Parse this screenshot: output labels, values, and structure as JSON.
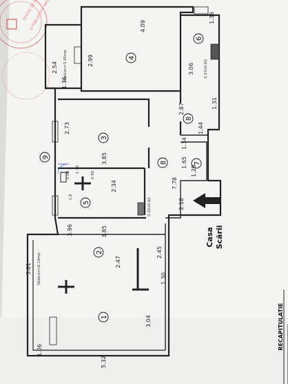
{
  "rooms": [
    {
      "number": "1"
    },
    {
      "number": "2"
    },
    {
      "number": "3"
    },
    {
      "number": "4"
    },
    {
      "number": "5"
    },
    {
      "number": "6"
    },
    {
      "number": "7"
    },
    {
      "number": "8"
    },
    {
      "number": "8"
    },
    {
      "number": "9"
    }
  ],
  "dimensions": {
    "d_5_32": "5.32",
    "d_3_04": "3.04",
    "d_5_81": "5.81",
    "d_balcony1": "Sbalcon=6.19mp",
    "d_1_30": "1.30",
    "d_2_47": "2.47",
    "d_2_45": "2.45",
    "d_3_96": "3.96",
    "d_3_85_a": "3.85",
    "d_2_34": "2.34",
    "d_1_8": "1.8",
    "d_3_85_b": "3.85",
    "d_1_30_b": "1.30",
    "d_0_90": "0.90",
    "d_0_90_b": "0.90",
    "d_2_73": "2.73",
    "d_1_34": "1.34",
    "d_1_65": "1.65",
    "d_1_29": "1.29",
    "d_7_78": "7.78",
    "d_2_18": "2.18",
    "d_0_26": "0.26x0.60",
    "d_2_87": "2.87",
    "d_1_44": "1.44",
    "d_1_31": "1.31",
    "d_3_06": "3.06",
    "d_0_27": "0.27x0.60",
    "d_1_36_a": "1.36",
    "d_4_09": "4.09",
    "d_2_99": "2.99",
    "d_2_54": "2.54",
    "d_balcony2": "Sbalcon=3.45mp",
    "d_1_36_b": "1.36",
    "d_1_06": "1.06"
  },
  "labels": {
    "casa": "Casa",
    "scarii": "Scării",
    "recap": "RECAPITULATIE"
  },
  "stamp": {
    "line1": "OFICIUL DE CADASTRU",
    "line2": "SI PUBLICITATE IMOBILIARA"
  },
  "colors": {
    "paper": "#f3f3f1",
    "line": "#222222",
    "stamp": "#d9534f"
  }
}
